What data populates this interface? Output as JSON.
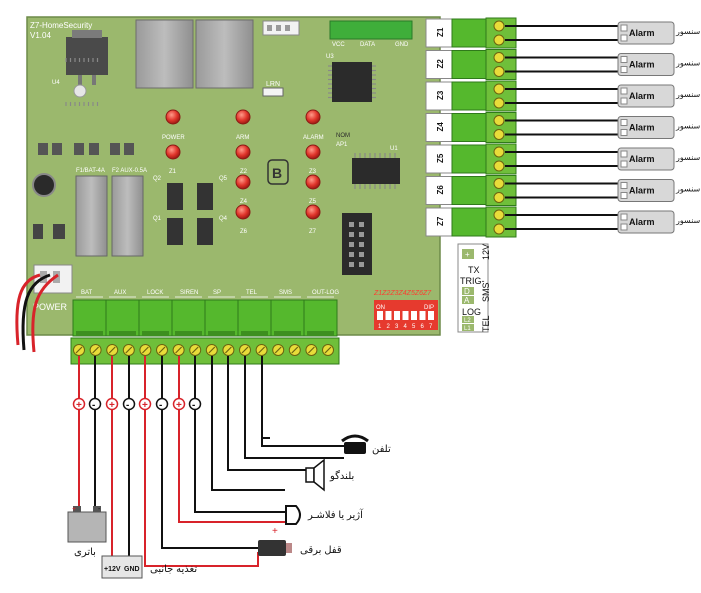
{
  "board": {
    "title": "Z7-HomeSecurity",
    "version": "V1.04",
    "u4": "U4",
    "u3": "U3",
    "u1": "U1",
    "lrn": "LRN",
    "fuse1": "F1/BAT-4A",
    "fuse2": "F2 AUX-0.5A",
    "power": "POWER",
    "q": [
      "Q2",
      "Q5",
      "Q1",
      "Q4"
    ],
    "ap": "AP1",
    "nom": "NOM",
    "dip": "DIP",
    "dip_on": "ON",
    "dip_zones": "Z1Z2Z3Z4Z5Z6Z7",
    "dip_numbers": [
      "1",
      "2",
      "3",
      "4",
      "5",
      "6",
      "7"
    ],
    "serial": {
      "vcc": "VCC",
      "data": "DATA",
      "gnd": "GND"
    }
  },
  "leds": [
    {
      "id": "power",
      "label": "POWER"
    },
    {
      "id": "arm",
      "label": "ARM"
    },
    {
      "id": "alarm",
      "label": "ALARM"
    },
    {
      "id": "z1",
      "label": "Z1"
    },
    {
      "id": "z2",
      "label": "Z2"
    },
    {
      "id": "z3",
      "label": "Z3"
    },
    {
      "id": "z4",
      "label": "Z4"
    },
    {
      "id": "z5",
      "label": "Z5"
    },
    {
      "id": "z6",
      "label": "Z6"
    },
    {
      "id": "z7",
      "label": "Z7"
    }
  ],
  "bottom_terminals": [
    {
      "label": "BAT"
    },
    {
      "label": "AUX"
    },
    {
      "label": "LOCK"
    },
    {
      "label": "SIREN"
    },
    {
      "label": "SP"
    },
    {
      "label": "TEL"
    },
    {
      "label": "SMS"
    },
    {
      "label": "OUT-LOG"
    }
  ],
  "zones": [
    "Z1",
    "Z2",
    "Z3",
    "Z4",
    "Z5",
    "Z6",
    "Z7"
  ],
  "alarm_label": "Alarm",
  "sensor_label": "سنسور",
  "side_strip": {
    "plus": "+",
    "minus": "-",
    "tx": "TX",
    "trig": "TRIG-",
    "d": "D",
    "a": "A",
    "log": "LOG",
    "l2": "L2",
    "l1": "L1",
    "v12": "12V",
    "sms": "SMS",
    "tel": "TEL"
  },
  "external": {
    "phone": "تلفن",
    "speaker": "بلندگو",
    "siren": "آژیر یا فلاشـر",
    "lock": "قفل برقی",
    "battery": "باتری",
    "aux": "تغذیه جانبی",
    "aux_plus": "+12V",
    "aux_gnd": "GND"
  },
  "colors": {
    "board": "#9bb86d",
    "terminal": "#55b82d",
    "wire_red": "#d8232a",
    "wire_black": "#111111",
    "led": "#e0352b"
  }
}
